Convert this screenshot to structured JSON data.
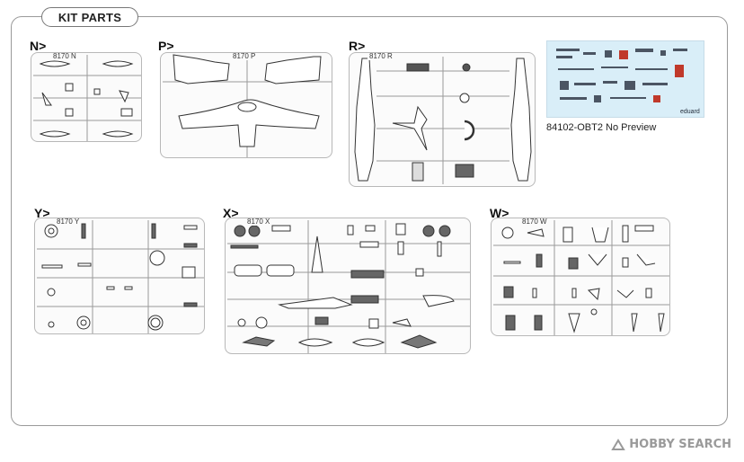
{
  "header": {
    "title": "KIT PARTS"
  },
  "sprues": [
    {
      "label": "N>",
      "code": "8170 N"
    },
    {
      "label": "P>",
      "code": "8170 P"
    },
    {
      "label": "R>",
      "code": "8170 R"
    },
    {
      "label": "Y>",
      "code": "8170 Y"
    },
    {
      "label": "X>",
      "code": "8170 X"
    },
    {
      "label": "W>",
      "code": "8170 W"
    }
  ],
  "decal": {
    "caption": "84102-OBT2 No Preview",
    "brand": "eduard"
  },
  "watermark": {
    "text": "HOBBY SEARCH",
    "logo": "hobby-search-logo"
  },
  "colors": {
    "frame": "#9a9a9a",
    "decal_bg": "#d9eef8"
  }
}
